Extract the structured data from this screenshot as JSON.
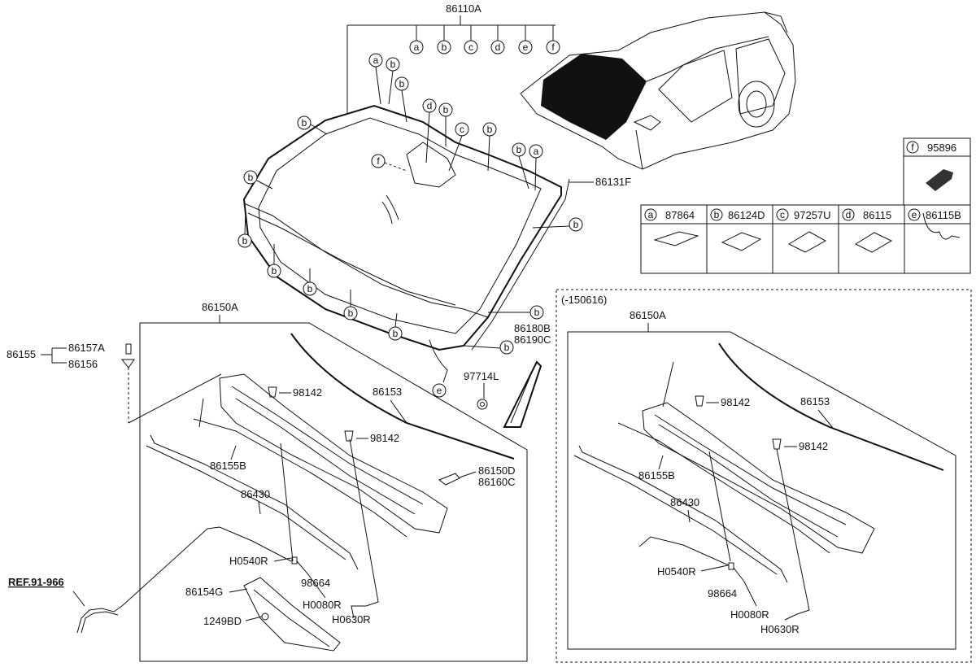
{
  "labels": {
    "main_assembly": "86110A",
    "molding": "86131F",
    "cowl_assembly_left": "86150A",
    "cowl_assembly_right": "86150A",
    "clip_group": "86155",
    "clip_a": "86157A",
    "clip_b": "86156",
    "cowl_top_left": "86153",
    "cowl_top_right": "86153",
    "grommet_left_1": "98142",
    "grommet_left_2": "98142",
    "grommet_right_1": "98142",
    "grommet_right_2": "98142",
    "seal_left": "86155B",
    "seal_right": "86155B",
    "hose_left": "86430",
    "hose_right": "86430",
    "cap_d": "86150D",
    "cap_c": "86160C",
    "glass_b": "86180B",
    "glass_c": "86190C",
    "nut": "97714L",
    "hose_h0540_left": "H0540R",
    "hose_h0540_right": "H0540R",
    "connector_left": "98664",
    "connector_right": "98664",
    "hose_h0080_left": "H0080R",
    "hose_h0080_right": "H0080R",
    "hose_h0630_left": "H0630R",
    "hose_h0630_right": "H0630R",
    "bracket": "86154G",
    "bolt": "1249BD",
    "reference": "REF.91-966",
    "variant_note": "(-150616)"
  },
  "callout_letters": [
    "a",
    "b",
    "c",
    "d",
    "e",
    "f"
  ],
  "legend": {
    "top_box": {
      "letter": "f",
      "part": "95896"
    },
    "items": [
      {
        "letter": "a",
        "part": "87864"
      },
      {
        "letter": "b",
        "part": "86124D"
      },
      {
        "letter": "c",
        "part": "97257U"
      },
      {
        "letter": "d",
        "part": "86115"
      },
      {
        "letter": "e",
        "part": "86115B"
      }
    ]
  }
}
